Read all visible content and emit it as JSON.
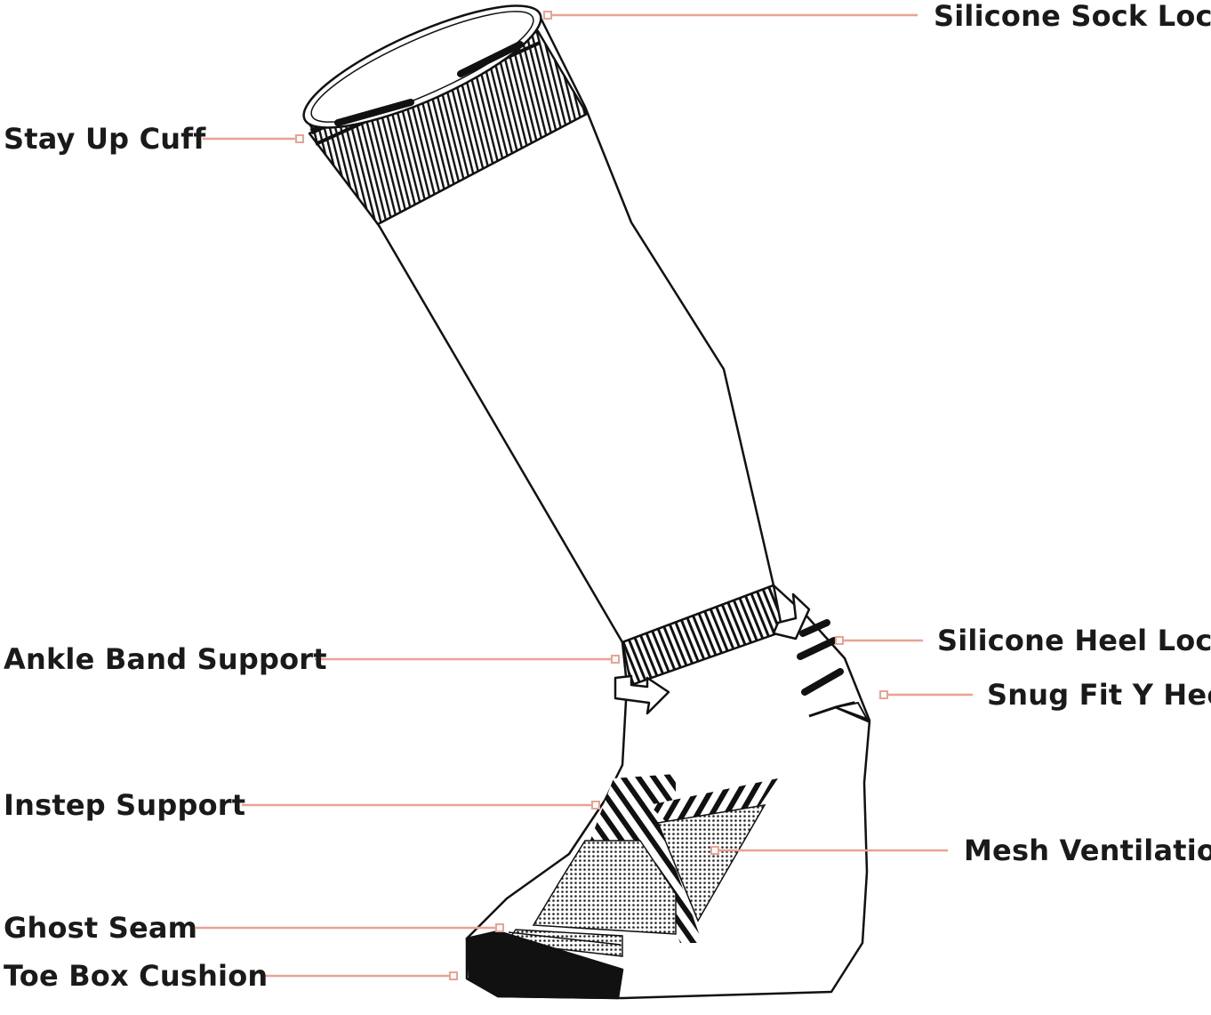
{
  "colors": {
    "line": "#111111",
    "accent": "#e8a394",
    "background": "#ffffff"
  },
  "labels": {
    "silicone_sock_lock": "Silicone Sock Lock",
    "stay_up_cuff": "Stay Up Cuff",
    "ankle_band_support": "Ankle Band Support",
    "silicone_heel_lock": "Silicone Heel Lock",
    "snug_fit_y_heel": "Snug Fit Y Heel",
    "instep_support": "Instep Support",
    "mesh_ventilation": "Mesh Ventilation",
    "ghost_seam": "Ghost Seam",
    "toe_box_cushion": "Toe Box Cushion"
  }
}
